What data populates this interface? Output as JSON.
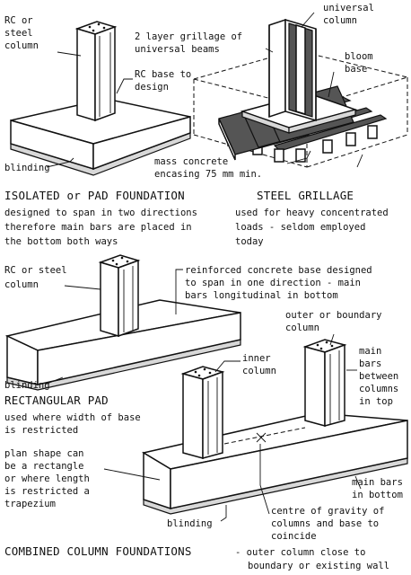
{
  "pad": {
    "column_label": [
      "RC or",
      "steel",
      "column"
    ],
    "base_label": [
      "RC base to",
      "design"
    ],
    "blinding_label": "blinding",
    "title": "ISOLATED or PAD FOUNDATION",
    "description": [
      "designed to span in two directions",
      "therefore main bars are placed in",
      "the bottom both ways"
    ]
  },
  "grillage": {
    "column_label": [
      "universal",
      "column"
    ],
    "beams_label": [
      "2 layer grillage of",
      "universal beams"
    ],
    "bloom_label": [
      "bloom",
      "base"
    ],
    "concrete_label": [
      "mass concrete",
      "encasing 75 mm min."
    ],
    "title": "STEEL GRILLAGE",
    "description": [
      "used for heavy concentrated",
      "loads - seldom employed",
      "today"
    ]
  },
  "rect": {
    "column_label": [
      "RC or steel",
      "column"
    ],
    "base_label": [
      "reinforced concrete base designed",
      "to span in one direction - main",
      "bars longitudinal in bottom"
    ],
    "blinding_label": "blinding",
    "title": "RECTANGULAR PAD",
    "description": [
      "used where width of base",
      "is restricted"
    ]
  },
  "combined": {
    "outer_label": [
      "outer or boundary",
      "column"
    ],
    "inner_label": [
      "inner",
      "column"
    ],
    "main_bars_top": [
      "main",
      "bars",
      "between",
      "columns",
      "in top"
    ],
    "plan_label": [
      "plan shape can",
      "be a rectangle",
      "or where length",
      "is restricted a",
      "trapezium"
    ],
    "main_bars_bottom": [
      "main bars",
      "in bottom"
    ],
    "centre_label": [
      "centre of gravity of",
      "columns and base to",
      "coincide"
    ],
    "blinding_label": "blinding",
    "title": "COMBINED COLUMN FOUNDATIONS",
    "title_suffix": "- outer column close to",
    "title_suffix2": "boundary or existing wall"
  }
}
